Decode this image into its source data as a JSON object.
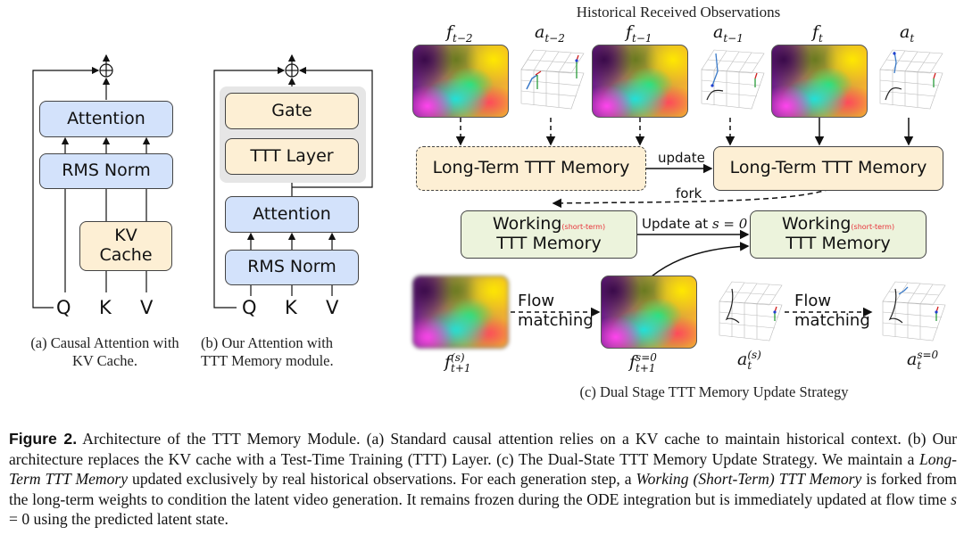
{
  "panel_a": {
    "attention": "Attention",
    "rms_norm": "RMS Norm",
    "kv_cache_line1": "KV",
    "kv_cache_line2": "Cache",
    "q": "Q",
    "k": "K",
    "v": "V",
    "caption_line1": "(a) Causal Attention with",
    "caption_line2": "KV Cache."
  },
  "panel_b": {
    "gate": "Gate",
    "ttt_layer": "TTT Layer",
    "attention": "Attention",
    "rms_norm": "RMS Norm",
    "q": "Q",
    "k": "K",
    "v": "V",
    "caption_line1": "(b) Our Attention with",
    "caption_line2": "TTT Memory module."
  },
  "panel_c": {
    "title": "Historical Received Observations",
    "obs_labels": [
      {
        "base": "f",
        "sub": "t−2"
      },
      {
        "base": "a",
        "sub": "t−2"
      },
      {
        "base": "f",
        "sub": "t−1"
      },
      {
        "base": "a",
        "sub": "t−1"
      },
      {
        "base": "f",
        "sub": "t"
      },
      {
        "base": "a",
        "sub": "t"
      }
    ],
    "long_term_old": "Long-Term TTT Memory",
    "long_term_new": "Long-Term TTT Memory",
    "update_label": "update",
    "fork_label": "fork",
    "working_old_line1": "Working",
    "working_old_tag": "(short-term)",
    "working_old_line2": "TTT Memory",
    "working_new_line1": "Working",
    "working_new_tag": "(short-term)",
    "working_new_line2": "TTT Memory",
    "update_at_label": "Update at ",
    "update_at_math": "s = 0",
    "flow1_line1": "Flow",
    "flow1_line2": "matching",
    "flow2_line1": "Flow",
    "flow2_line2": "matching",
    "f_noisy": {
      "base": "f",
      "sup": "(s)",
      "sub": "t+1"
    },
    "f_clean": {
      "base": "f",
      "sup": "s=0",
      "sub": "t+1"
    },
    "a_noisy": {
      "base": "a",
      "sup": "(s)",
      "sub": "t"
    },
    "a_clean": {
      "base": "a",
      "sup": "s=0",
      "sub": "t"
    },
    "caption": "(c) Dual Stage TTT Memory Update Strategy"
  },
  "figure_caption": {
    "label": "Figure 2.",
    "s1": " Architecture of the TTT Memory Module. (a) Standard causal attention relies on a KV cache to maintain historical context. (b) Our architecture replaces the KV cache with a Test-Time Training (TTT) Layer. (c) The Dual-State TTT Memory Update Strategy. We maintain a ",
    "em1": "Long-Term TTT Memory",
    "s2": " updated exclusively by real historical observations. For each generation step, a ",
    "em2": "Working (Short-Term) TTT Memory",
    "s3": " is forked from the long-term weights to condition the latent video generation. It remains frozen during the ODE integration but is immediately updated at flow time ",
    "math": "s",
    "s4": " = 0 using the predicted latent state."
  },
  "colors": {
    "blue_block": "#d3e2fb",
    "tan_block": "#fdefd4",
    "green_block": "#ecf3dc",
    "short_term_tag": "#e8323a"
  }
}
